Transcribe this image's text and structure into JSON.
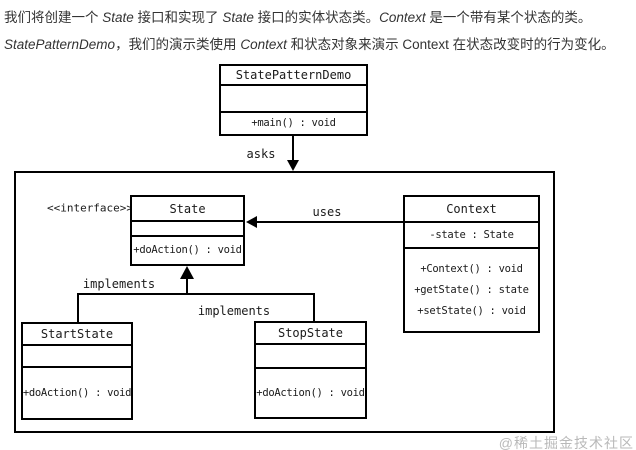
{
  "intro": {
    "line1": {
      "parts": [
        "我们将创建一个 ",
        "State",
        " 接口和实现了 ",
        "State",
        " 接口的实体状态类。",
        "Context",
        " 是一个带有某个状态的类。"
      ]
    },
    "line2": {
      "parts": [
        "StatePatternDemo",
        "，我们的演示类使用 ",
        "Context",
        " 和状态对象来演示 Context 在状态改变时的行为变化。"
      ]
    }
  },
  "diagram": {
    "classes": [
      {
        "title": "StatePatternDemo",
        "attributes": [],
        "methods": [
          "+main() : void"
        ]
      },
      {
        "title": "State",
        "stereotype": "<<interface>>",
        "attributes": [],
        "methods": [
          "+doAction() : void"
        ]
      },
      {
        "title": "Context",
        "attributes": [
          "-state : State"
        ],
        "methods": [
          "+Context() : void",
          "+getState() : state",
          "+setState() : void"
        ]
      },
      {
        "title": "StartState",
        "attributes": [],
        "methods": [
          "+doAction() : void"
        ]
      },
      {
        "title": "StopState",
        "attributes": [],
        "methods": [
          "+doAction() : void"
        ]
      }
    ],
    "labels": {
      "asks": "asks",
      "uses": "uses",
      "implements_left": "implements",
      "implements_right": "implements",
      "stereotype": "<<interface>>"
    }
  },
  "watermark": "@稀土掘金技术社区",
  "colors": {
    "line": "#000000",
    "text": "#333333",
    "watermark": "#b9b9b9",
    "background": "#ffffff"
  }
}
